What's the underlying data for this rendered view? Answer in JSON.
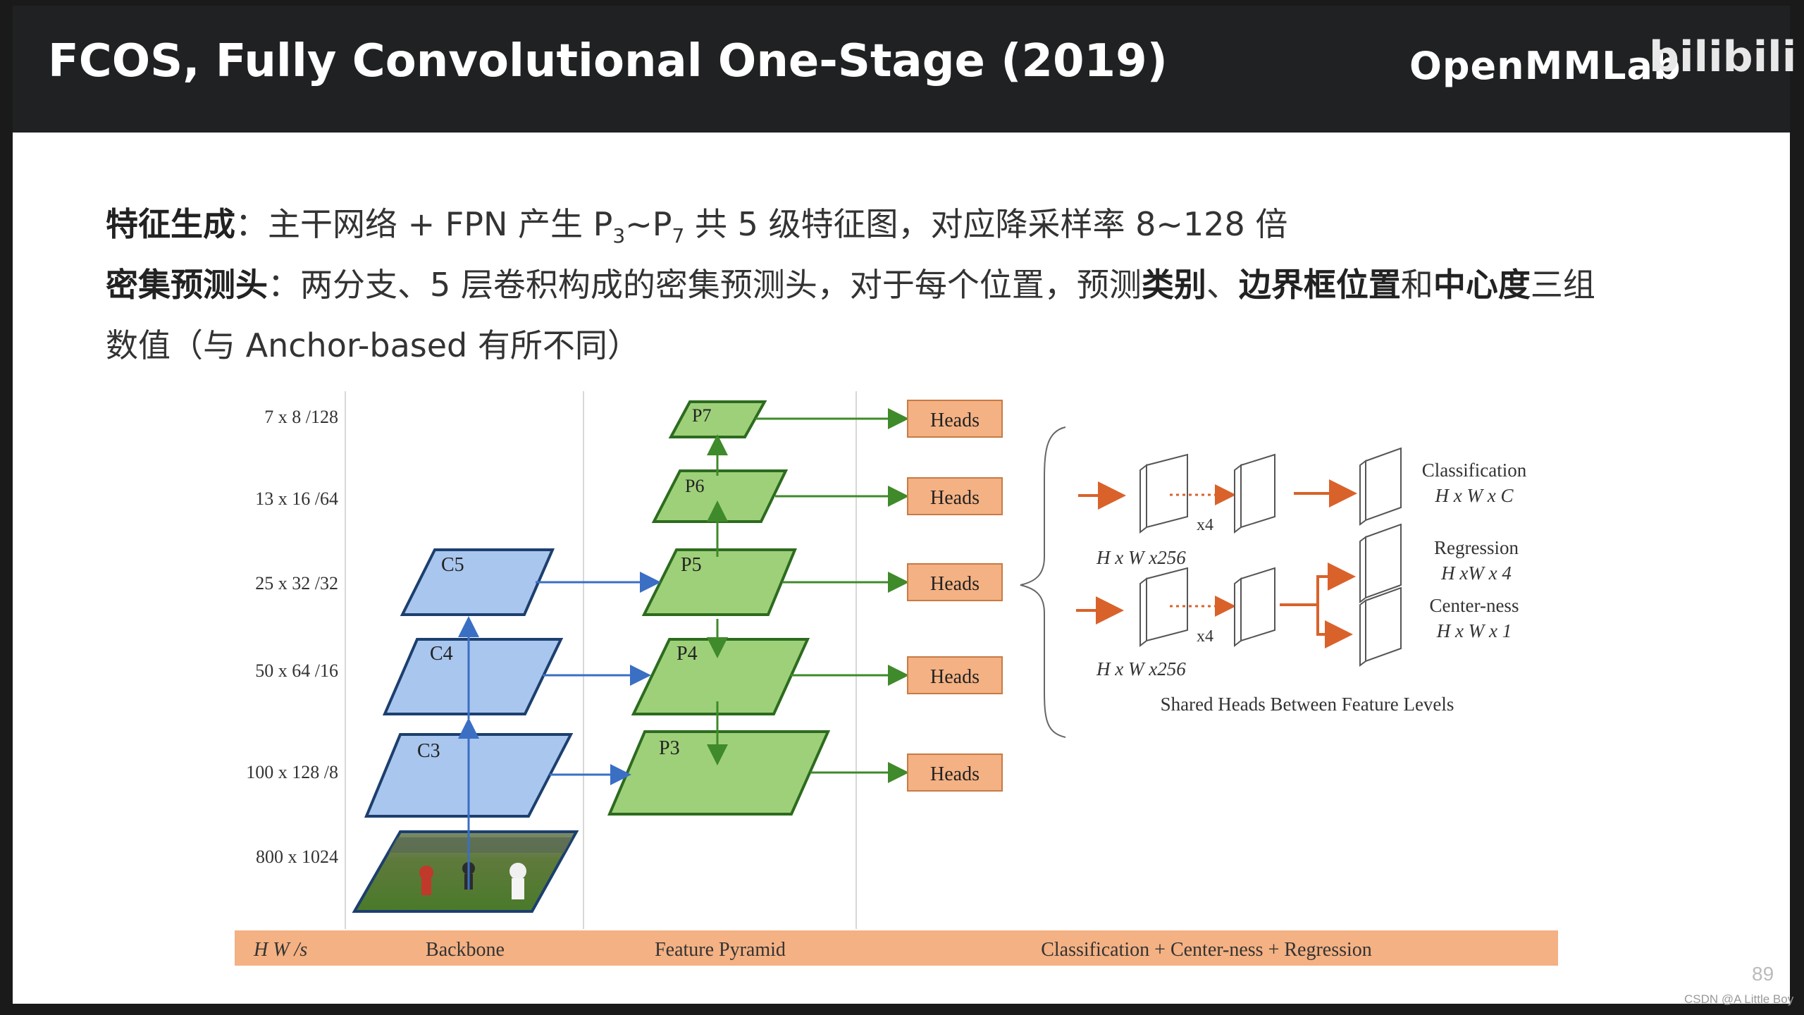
{
  "header": {
    "title": "FCOS, Fully Convolutional One-Stage (2019)",
    "logo_text": "OpenMMLab",
    "logo_text_overlay": "bilibili"
  },
  "bullets": {
    "line1": {
      "label": "特征生成",
      "sep": "：",
      "text_a": "主干网络 + FPN 产生 P",
      "sub_a": "3",
      "text_b": "~P",
      "sub_b": "7",
      "text_c": " 共 5 级特征图，对应降采样率 8~128 倍"
    },
    "line2": {
      "label": "密集预测头",
      "sep": "：",
      "text_a": "两分支、5 层卷积构成的密集预测头，对于每个位置，预测",
      "bold_a": "类别",
      "text_b": "、",
      "bold_b": "边界框位置",
      "text_c": "和",
      "bold_c": "中心度",
      "text_d": "三组"
    },
    "line3": {
      "text": "数值（与 Anchor-based 有所不同）"
    }
  },
  "diagram": {
    "scales": [
      "7 x 8 /128",
      "13 x 16 /64",
      "25 x 32 /32",
      "50 x 64 /16",
      "100 x 128 /8",
      "800 x 1024"
    ],
    "backbone_levels": [
      "C5",
      "C4",
      "C3"
    ],
    "pyramid_levels": [
      "P7",
      "P6",
      "P5",
      "P4",
      "P3"
    ],
    "head_label": "Heads",
    "branch": {
      "x4_label": "x4",
      "dim_top": "H x W x256",
      "dim_bottom": "H x W x256",
      "cls_title": "Classification",
      "cls_dim": "H x W x C",
      "reg_title": "Regression",
      "reg_dim": "H xW x 4",
      "ctr_title": "Center-ness",
      "ctr_dim": "H x W x 1",
      "shared_caption": "Shared Heads Between Feature Levels"
    },
    "footer": {
      "hw": "H   W /s",
      "backbone": "Backbone",
      "pyramid": "Feature Pyramid",
      "heads": "Classification + Center-ness + Regression"
    },
    "colors": {
      "blue_fill": "#a9c6ee",
      "green_fill": "#9ed07a",
      "head_fill": "#f4b183",
      "arrow_orange": "#d9622b",
      "band": "#f4b183"
    }
  },
  "page_number": "89",
  "watermark": "CSDN @A Little Boy"
}
